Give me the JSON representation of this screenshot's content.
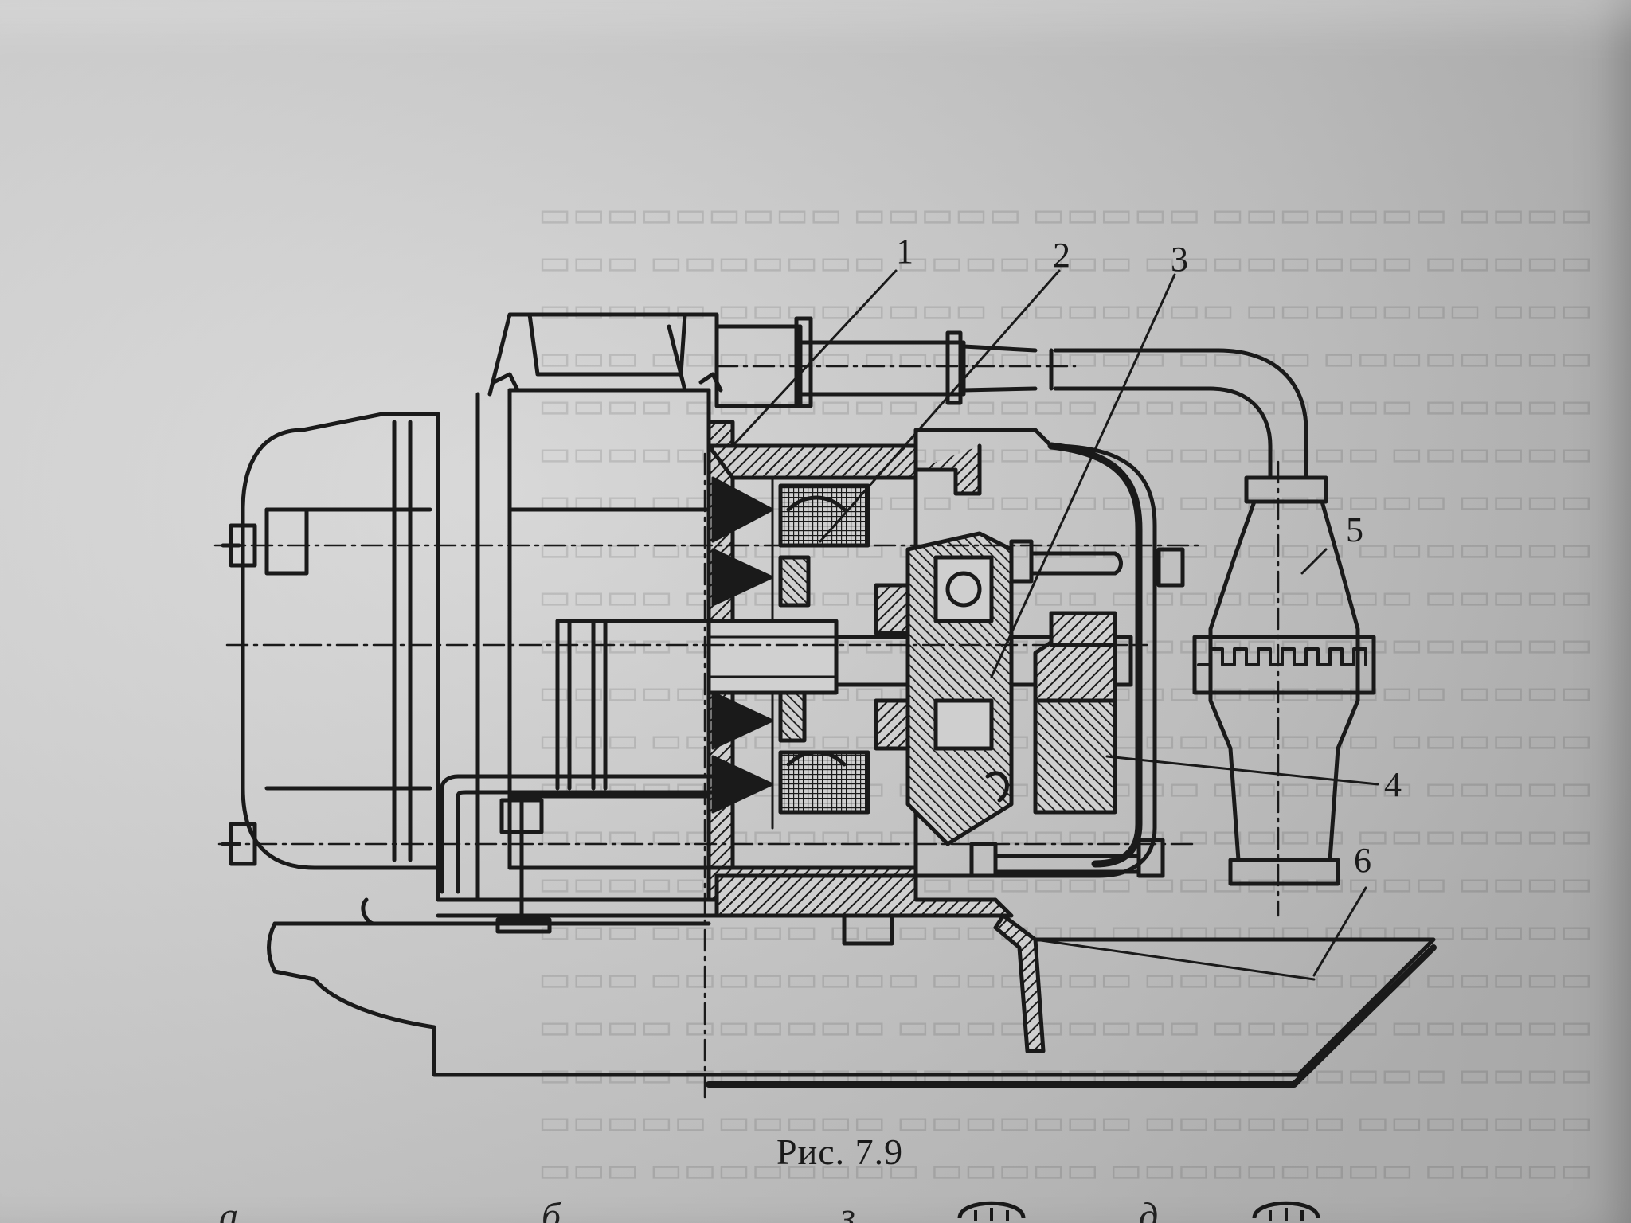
{
  "figure": {
    "callouts": [
      "1",
      "2",
      "3",
      "4",
      "5",
      "6"
    ],
    "caption": "Рис. 7.9"
  },
  "bottom_row": {
    "letters": [
      "а",
      "б",
      "з",
      "д"
    ]
  },
  "colors": {
    "ink": "#1a1a1a",
    "paper": "#d2d2d2"
  }
}
